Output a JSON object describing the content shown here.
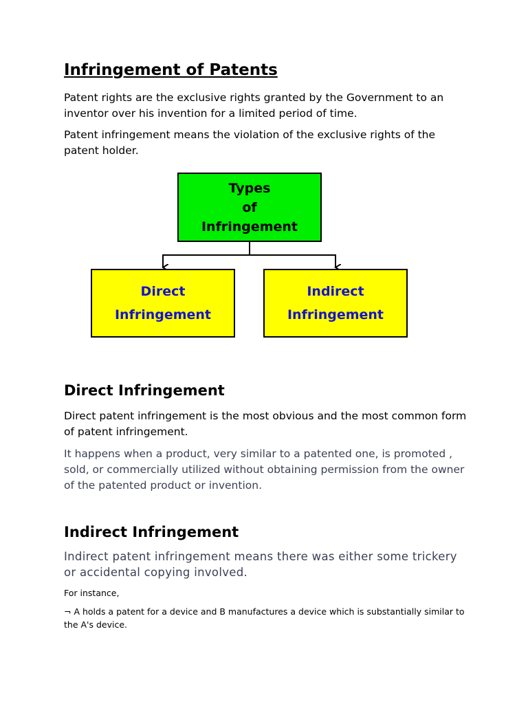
{
  "document": {
    "title": "Infringement of Patents",
    "intro_paragraphs": [
      "Patent rights are the exclusive rights granted by the Government to an inventor over his invention for a limited period of time.",
      "Patent infringement means the violation of the exclusive rights of the patent holder."
    ],
    "diagram": {
      "root": "Types\nof\nInfringement",
      "children": [
        "Direct\nInfringement",
        "Indirect\nInfringement"
      ],
      "colors": {
        "root_fill": "#00ee00",
        "child_fill": "#ffff00",
        "child_text": "#1414cc"
      }
    },
    "direct": {
      "heading": "Direct Infringement",
      "paragraphs": [
        "Direct patent infringement is the most obvious and the most common form of patent infringement.",
        "It happens when a product, very similar to a patented one, is promoted , sold, or commercially utilized without obtaining permission from the owner of the patented product or invention."
      ]
    },
    "indirect": {
      "heading": "Indirect Infringement",
      "lead": "Indirect patent infringement means there was either some trickery or accidental copying involved.",
      "for_instance": "For instance,",
      "example": "¬ A holds a patent for a device and B manufactures a device which is substantially similar to the A's device."
    }
  }
}
